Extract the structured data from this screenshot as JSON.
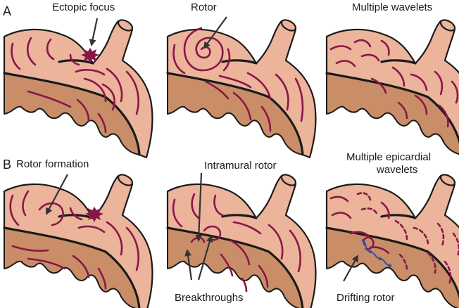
{
  "figure": {
    "row_labels": [
      "A",
      "B"
    ],
    "panels": [
      {
        "id": "a1",
        "labels": [
          "Ectopic focus"
        ]
      },
      {
        "id": "a2",
        "labels": [
          "Rotor"
        ]
      },
      {
        "id": "a3",
        "labels": [
          "Multiple wavelets"
        ]
      },
      {
        "id": "b1",
        "labels": [
          "Rotor formation"
        ]
      },
      {
        "id": "b2",
        "labels": [
          "Intramural rotor",
          "Breakthroughs"
        ]
      },
      {
        "id": "b3",
        "labels": [
          "Multiple epicardial",
          "wavelets",
          "Drifting rotor"
        ]
      }
    ]
  },
  "colors": {
    "tissue": "#ebb49b",
    "tissue_cut": "#c98e68",
    "wavefront": "#8a1648",
    "drifting_path": "#2f4fa3",
    "outline": "#1a1a1a"
  }
}
